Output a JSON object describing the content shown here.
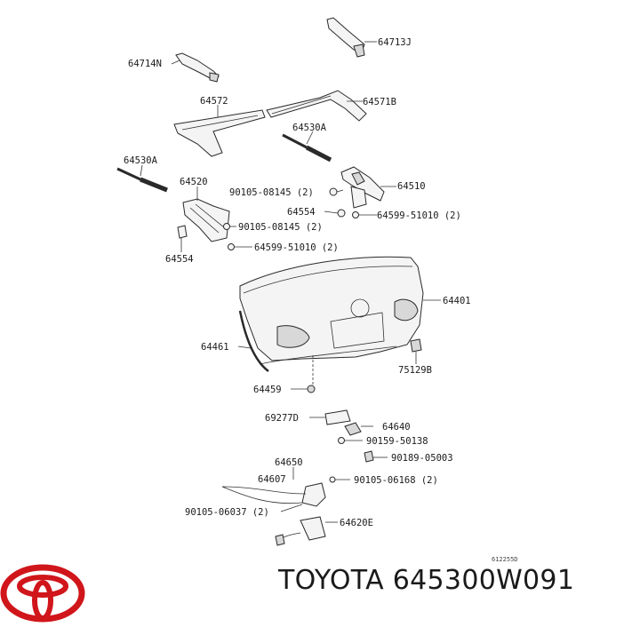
{
  "brand": {
    "name": "TOYOTA",
    "part_number": "645300W091",
    "logo_color": "#d0161b"
  },
  "diagram": {
    "reference_code": "612255D",
    "labels": [
      {
        "id": "l64713J",
        "text": "64713J"
      },
      {
        "id": "l64714N",
        "text": "64714N"
      },
      {
        "id": "l64572",
        "text": "64572"
      },
      {
        "id": "l64571B",
        "text": "64571B"
      },
      {
        "id": "l64530A_r",
        "text": "64530A"
      },
      {
        "id": "l64530A_l",
        "text": "64530A"
      },
      {
        "id": "l64520",
        "text": "64520"
      },
      {
        "id": "l90105_08145_a",
        "text": "90105-08145 (2)"
      },
      {
        "id": "l64510",
        "text": "64510"
      },
      {
        "id": "l64554_r",
        "text": "64554"
      },
      {
        "id": "l64599_a",
        "text": "64599-51010 (2)"
      },
      {
        "id": "l90105_08145_b",
        "text": "90105-08145 (2)"
      },
      {
        "id": "l64599_b",
        "text": "64599-51010 (2)"
      },
      {
        "id": "l64554_l",
        "text": "64554"
      },
      {
        "id": "l64401",
        "text": "64401"
      },
      {
        "id": "l64461",
        "text": "64461"
      },
      {
        "id": "l75129B",
        "text": "75129B"
      },
      {
        "id": "l64459",
        "text": "64459"
      },
      {
        "id": "l69277D",
        "text": "69277D"
      },
      {
        "id": "l64640",
        "text": "64640"
      },
      {
        "id": "l90159",
        "text": "90159-50138"
      },
      {
        "id": "l90189",
        "text": "90189-05003"
      },
      {
        "id": "l64650",
        "text": "64650"
      },
      {
        "id": "l64607",
        "text": "64607"
      },
      {
        "id": "l90105_06168",
        "text": "90105-06168 (2)"
      },
      {
        "id": "l90105_06037",
        "text": "90105-06037 (2)"
      },
      {
        "id": "l64620E",
        "text": "64620E"
      }
    ]
  }
}
